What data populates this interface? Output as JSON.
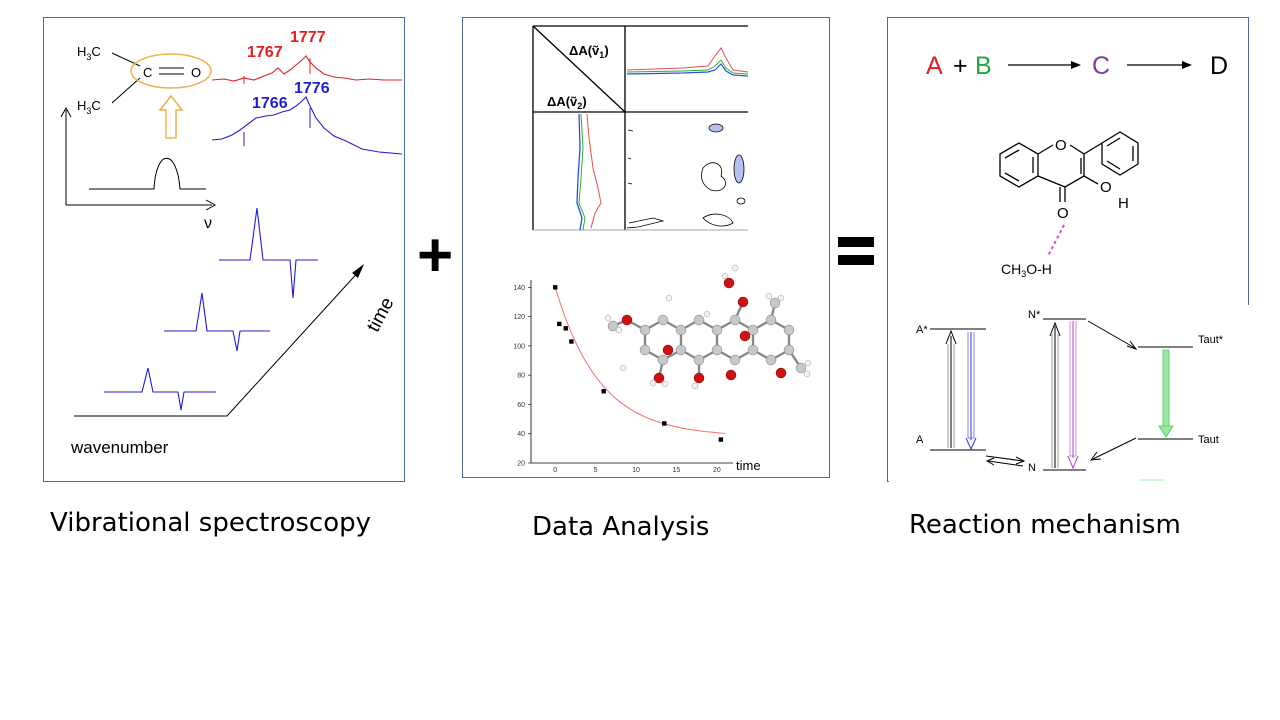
{
  "panels": {
    "spectroscopy": {
      "caption": "Vibrational spectroscopy",
      "mol_h3c_top": "H",
      "mol_sub3": "3",
      "mol_c": "C",
      "mol_o": "O",
      "peak_red_1": "1767",
      "peak_red_2": "1777",
      "peak_blue_1": "1766",
      "peak_blue_2": "1776",
      "nu_label": "ν",
      "time_label": "time",
      "wavenumber_label": "wavenumber",
      "colors": {
        "red": "#e02020",
        "blue": "#1f1fd0",
        "orange": "#f0b04a"
      }
    },
    "analysis": {
      "caption": "Data Analysis",
      "delta_a1": "ΔA(ṽ",
      "delta_a1_sub": "1",
      "delta_a2": "ΔA(ṽ",
      "delta_a2_sub": "2",
      "close_paren": ")",
      "time_label": "time"
    },
    "mechanism": {
      "caption": "Reaction mechanism",
      "species_a": "A",
      "plus": "+",
      "species_b": "B",
      "species_c": "C",
      "species_d": "D",
      "ring_o": "O",
      "oh_o": "O",
      "oh_h": "H",
      "carbonyl_o": "O",
      "methanol_1": "CH",
      "methanol_sub": "3",
      "methanol_2": "O-H",
      "level_a_star": "A*",
      "level_a": "A",
      "level_n_star": "N*",
      "level_n": "N",
      "level_taut_star": "Taut*",
      "level_taut": "Taut",
      "colors": {
        "a": "#e02020",
        "b": "#22a83a",
        "c": "#7a3fa0",
        "d": "#000000"
      }
    }
  },
  "operators": {
    "plus": "+",
    "equals": "="
  },
  "chart_data": {
    "type": "scatter",
    "title": "",
    "xlabel": "time",
    "ylabel": "",
    "xlim": [
      -3,
      22
    ],
    "ylim": [
      20,
      145
    ],
    "x_ticks": [
      0,
      5,
      10,
      15,
      20
    ],
    "y_ticks": [
      20,
      40,
      60,
      80,
      100,
      120,
      140
    ],
    "series": [
      {
        "x": [
          0,
          0.5,
          1.3,
          2,
          6,
          13.5,
          20.5
        ],
        "y": [
          140,
          115,
          112,
          103,
          69,
          47,
          36
        ]
      }
    ],
    "fit": {
      "type": "exponential-decay",
      "color": "#f07070"
    }
  }
}
